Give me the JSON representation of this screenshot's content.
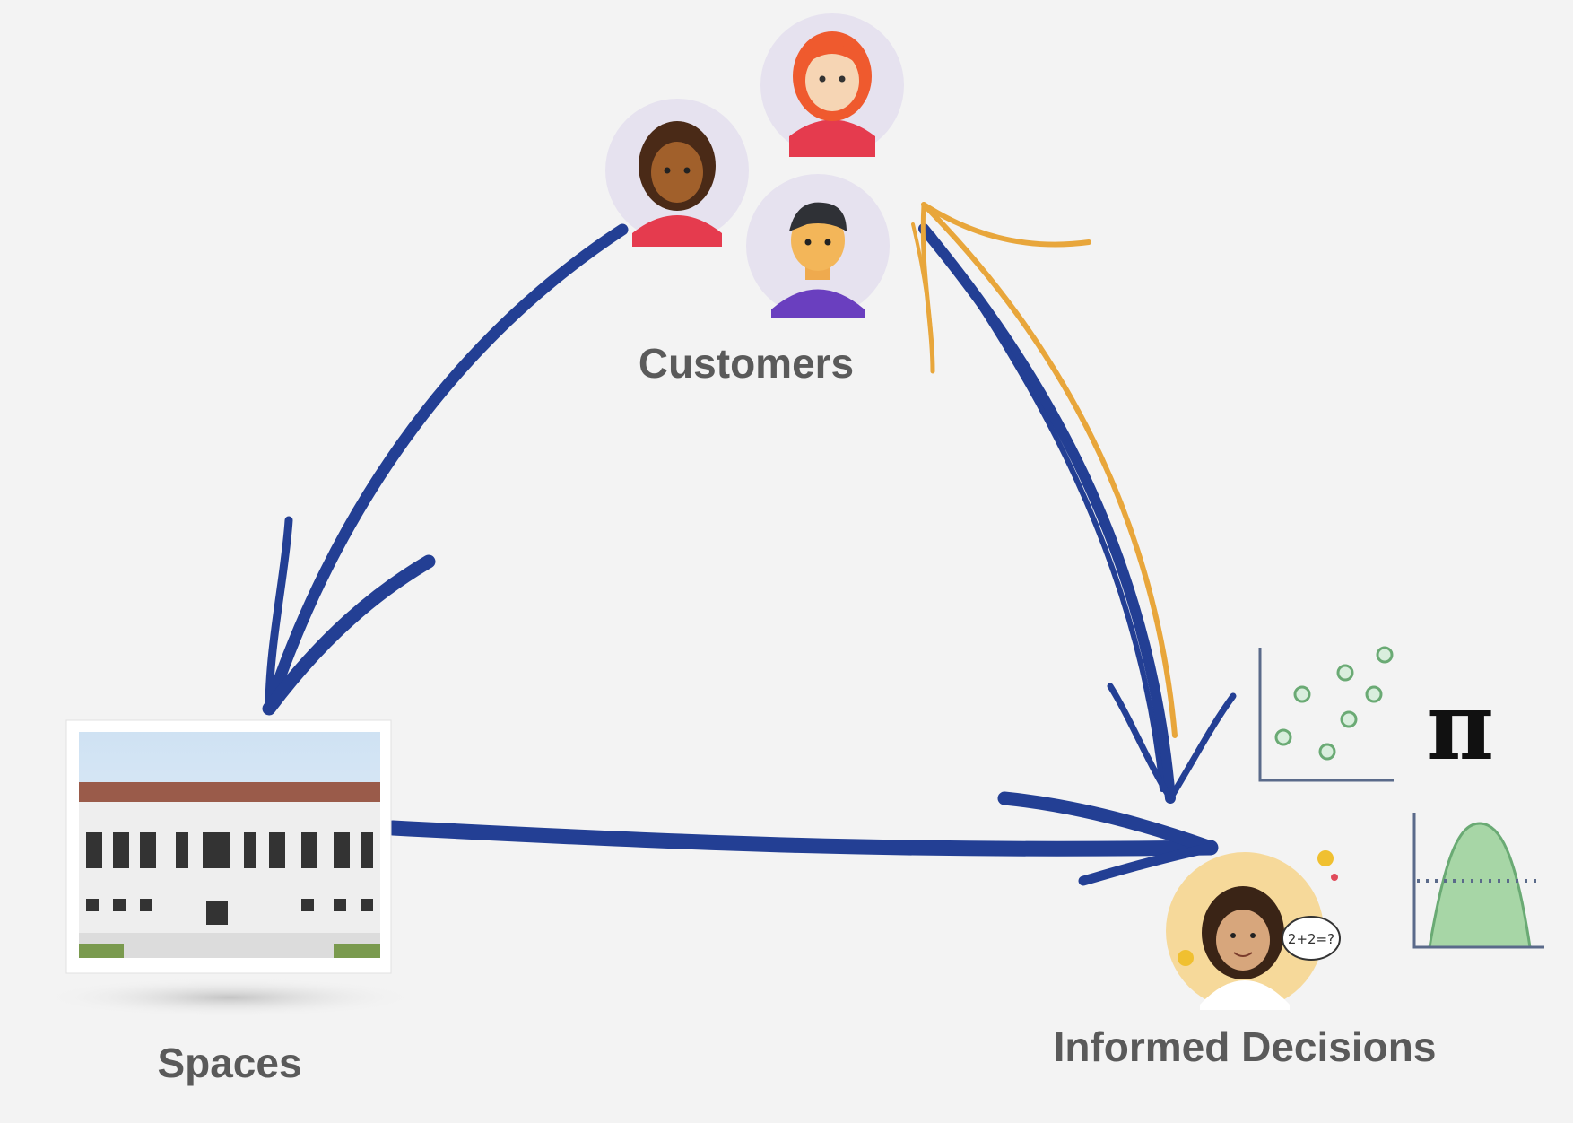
{
  "diagram": {
    "nodes": {
      "customers": {
        "label": "Customers",
        "icon": "people-avatars-icon"
      },
      "spaces": {
        "label": "Spaces",
        "icon": "building-photo"
      },
      "decisions": {
        "label": "Informed Decisions",
        "icon": "thinking-person-icon",
        "bubble": "2+2=?"
      }
    },
    "math_symbol": "π",
    "edges": [
      {
        "from": "customers",
        "to": "spaces",
        "color": "#233f94"
      },
      {
        "from": "spaces",
        "to": "decisions",
        "color": "#233f94"
      },
      {
        "from": "customers",
        "to": "decisions",
        "color": "#233f94"
      },
      {
        "from": "decisions",
        "to": "customers",
        "color": "#e8a63b"
      }
    ]
  },
  "colors": {
    "primary_arrow": "#233f94",
    "feedback_arrow": "#e8a63b",
    "label_text": "#5a5a5a",
    "chart_green": "#7cbf86"
  }
}
